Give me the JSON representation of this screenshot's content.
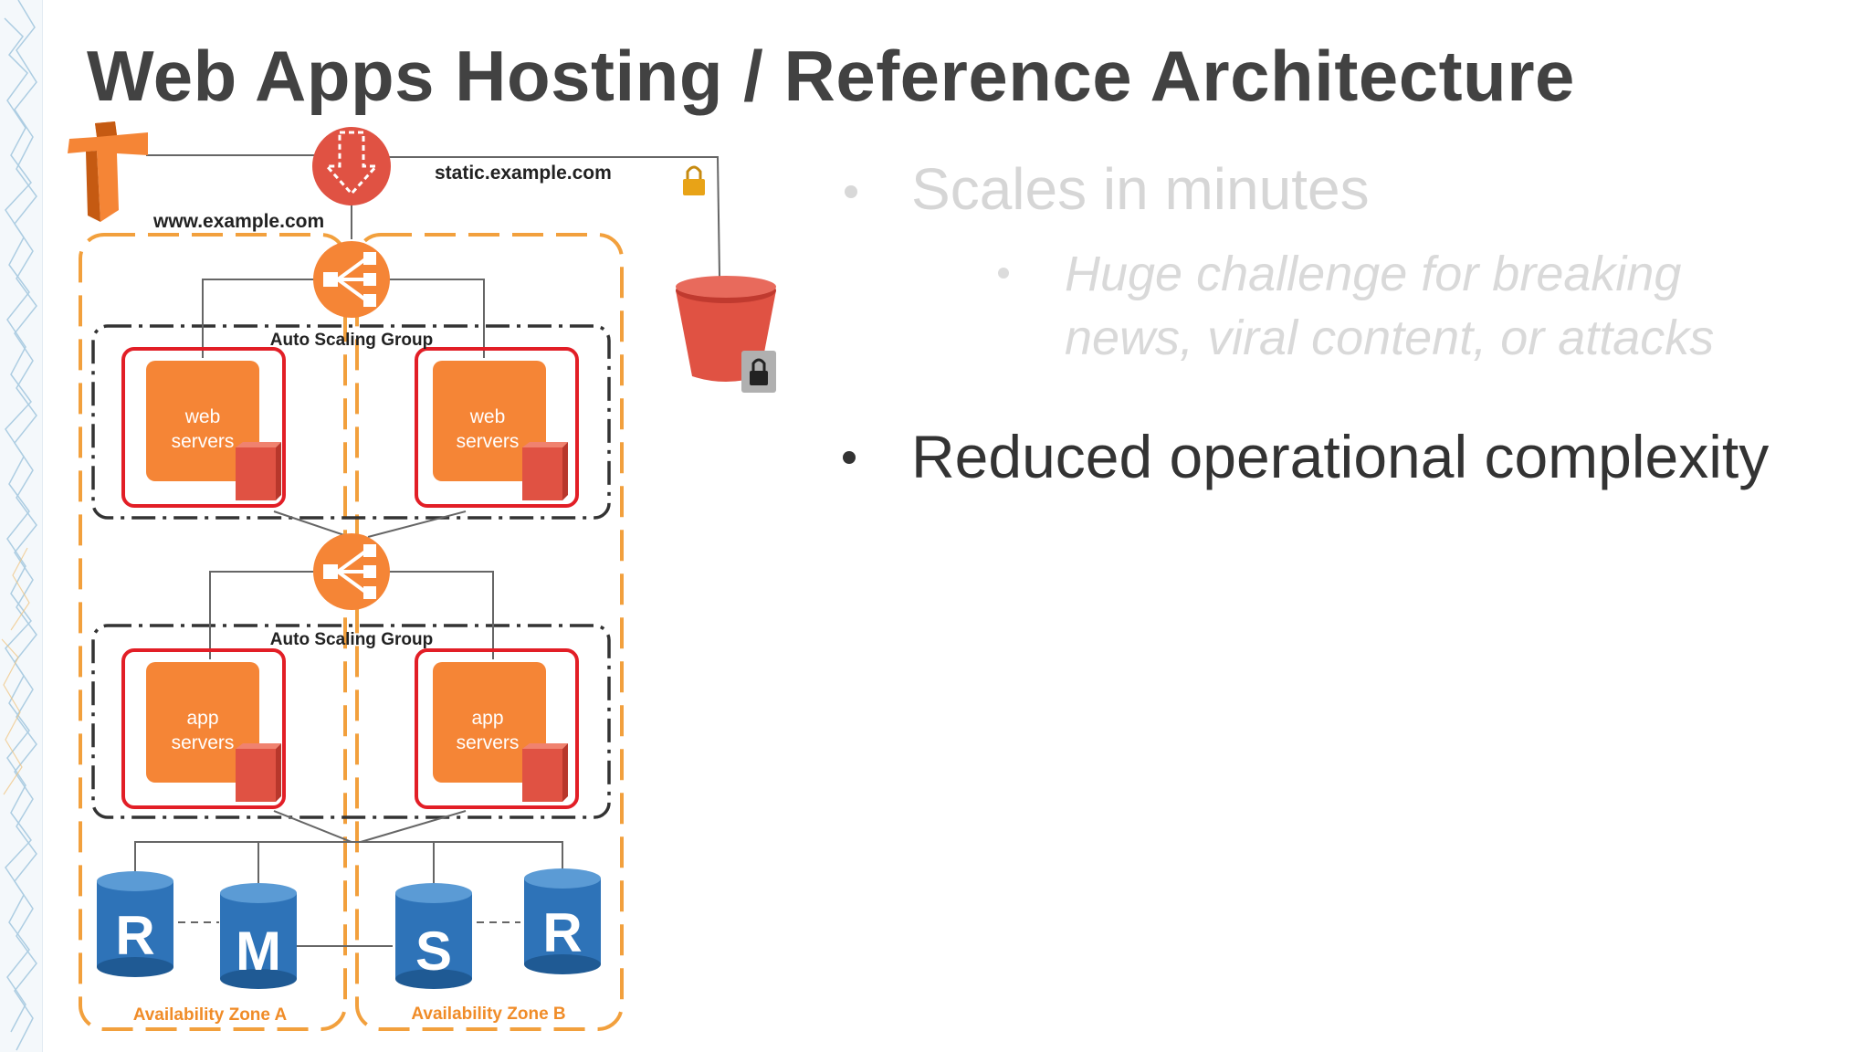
{
  "slide": {
    "title": "Web Apps Hosting / Reference Architecture"
  },
  "bullets": [
    {
      "text": "Scales in minutes",
      "level": 1,
      "state": "dimmed"
    },
    {
      "text": "Huge challenge for breaking news, viral content, or attacks",
      "level": 2,
      "state": "dimmed"
    },
    {
      "text": "Reduced operational complexity",
      "level": 1,
      "state": "active"
    }
  ],
  "diagram": {
    "domains": {
      "static": "static.example.com",
      "www": "www.example.com"
    },
    "auto_scaling_group_label": "Auto Scaling Group",
    "web_tier": {
      "line1": "web",
      "line2": "servers"
    },
    "app_tier": {
      "line1": "app",
      "line2": "servers"
    },
    "databases": [
      "R",
      "M",
      "S",
      "R"
    ],
    "zones": {
      "a": "Availability Zone A",
      "b": "Availability Zone B"
    },
    "colors": {
      "aws_orange": "#f58536",
      "zone_border": "#f2a03d",
      "instance_border": "#e21e26",
      "route53_red": "#e05243",
      "s3_red": "#e05243",
      "db_blue": "#2e73b8",
      "zone_text": "#f08c28"
    }
  }
}
